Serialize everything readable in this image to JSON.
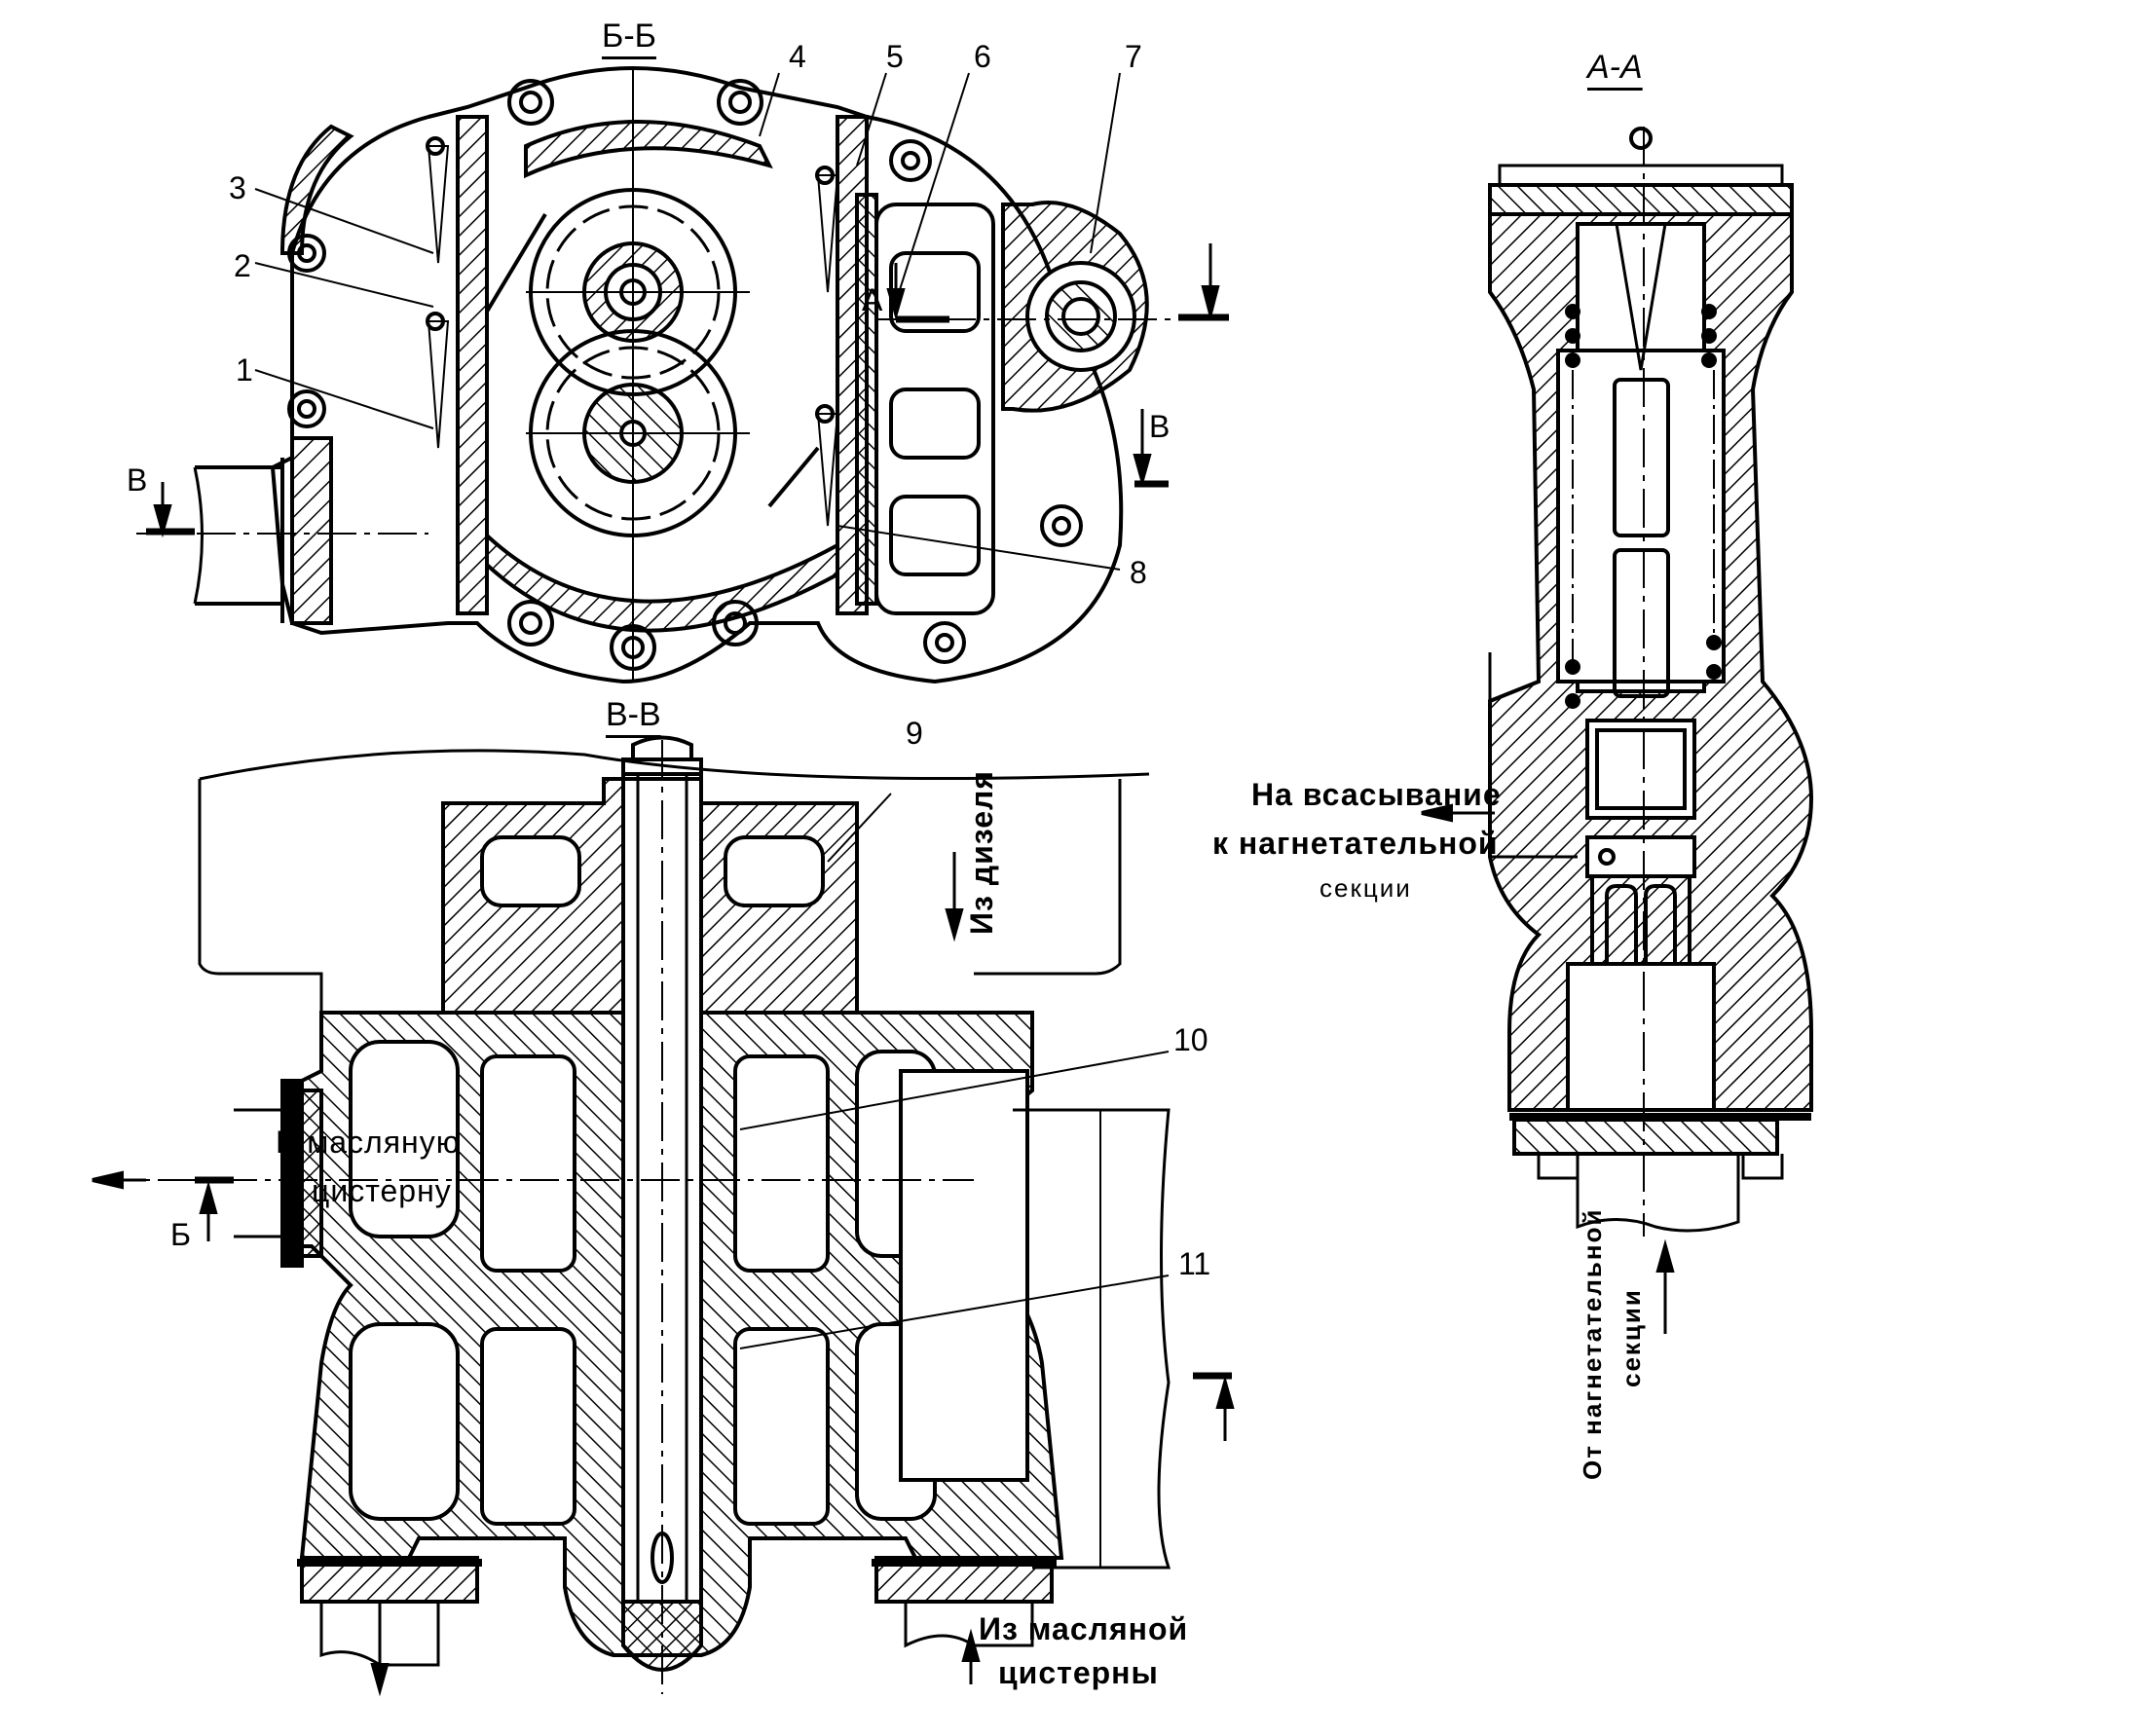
{
  "figure": {
    "description": "Technical cross-section drawing of an oil gear pump with relief valve",
    "sections": {
      "bb": "Б-Б",
      "vv": "В-В",
      "aa": "А-А"
    },
    "cut_markers": {
      "a": "А",
      "v_left": "В",
      "v_right": "В",
      "b": "Б"
    },
    "part_numbers": [
      "1",
      "2",
      "3",
      "4",
      "5",
      "6",
      "7",
      "8",
      "9",
      "10",
      "11"
    ],
    "flow_labels": {
      "to_tank_line1": "В масляную",
      "to_tank_line2": "цистерну",
      "from_diesel": "Из дизеля",
      "from_tank_line1": "Из масляной",
      "from_tank_line2": "цистерны",
      "to_suction_line1": "На всасывание",
      "to_suction_line2": "к  нагнетательной",
      "to_suction_line3": "секции",
      "from_pressure_line1": "От нагнетательной",
      "from_pressure_line2": "секции"
    }
  }
}
